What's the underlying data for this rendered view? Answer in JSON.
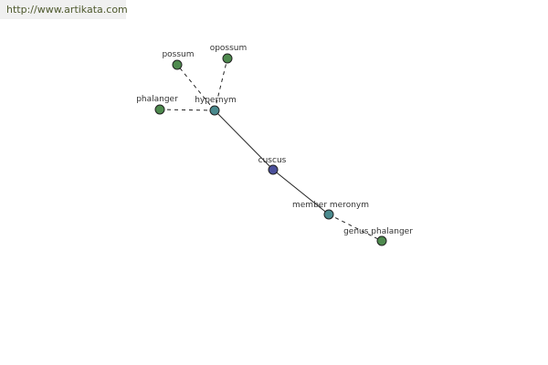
{
  "header": {
    "url_text": "http://www.artikata.com"
  },
  "colors": {
    "leaf": "#4e8a4e",
    "relation": "#4a8a8e",
    "center": "#4a4f9a",
    "edge": "#222222",
    "url_text": "#4f5a2e",
    "url_bg": "#f0f0f0"
  },
  "graph": {
    "nodes": [
      {
        "id": "possum",
        "label": "possum",
        "kind": "leaf"
      },
      {
        "id": "opossum",
        "label": "opossum",
        "kind": "leaf"
      },
      {
        "id": "phalanger",
        "label": "phalanger",
        "kind": "leaf"
      },
      {
        "id": "hypernym",
        "label": "hypernym",
        "kind": "relation"
      },
      {
        "id": "cuscus",
        "label": "cuscus",
        "kind": "center"
      },
      {
        "id": "member_meronym",
        "label": "member meronym",
        "kind": "relation"
      },
      {
        "id": "genus_phalanger",
        "label": "genus phalanger",
        "kind": "leaf"
      }
    ],
    "edges": [
      {
        "from": "hypernym",
        "to": "possum",
        "style": "dashed"
      },
      {
        "from": "hypernym",
        "to": "opossum",
        "style": "dashed"
      },
      {
        "from": "hypernym",
        "to": "phalanger",
        "style": "dashed"
      },
      {
        "from": "cuscus",
        "to": "hypernym",
        "style": "solid"
      },
      {
        "from": "cuscus",
        "to": "member_meronym",
        "style": "solid"
      },
      {
        "from": "member_meronym",
        "to": "genus_phalanger",
        "style": "dashed"
      }
    ]
  }
}
